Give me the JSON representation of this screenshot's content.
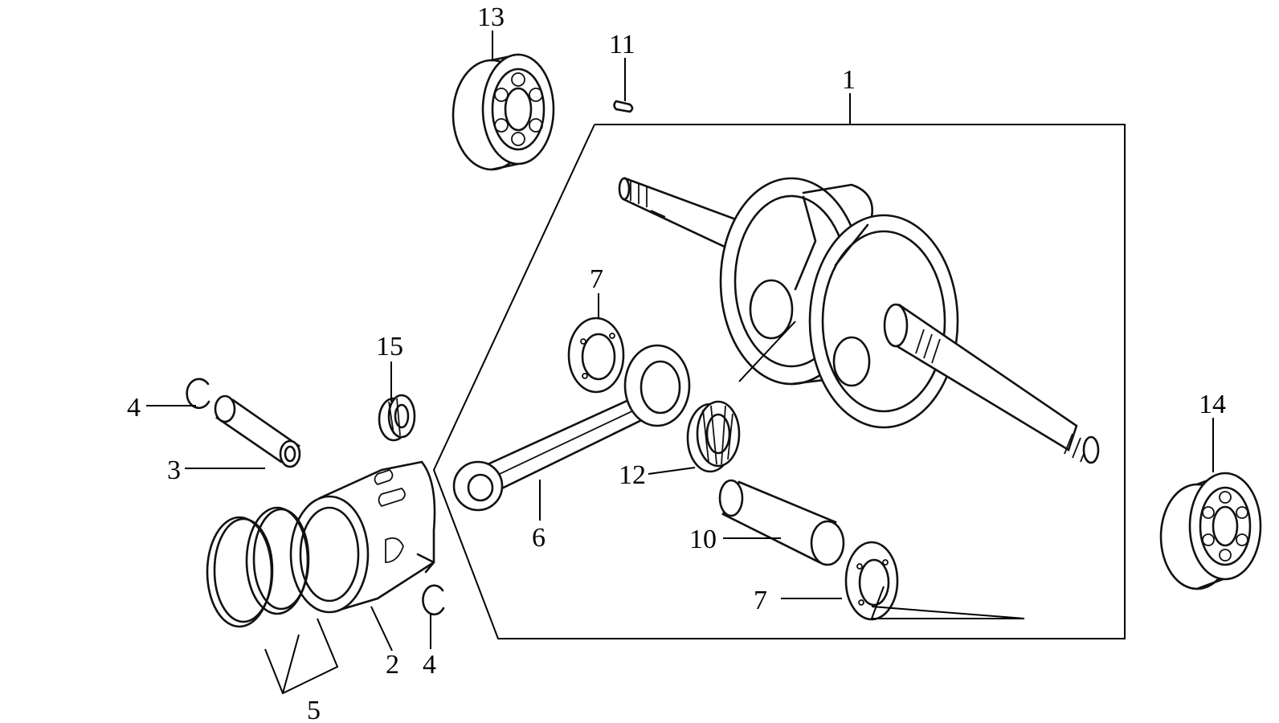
{
  "callouts": [
    {
      "id": "c1",
      "text": "1"
    },
    {
      "id": "c2",
      "text": "2"
    },
    {
      "id": "c3",
      "text": "3"
    },
    {
      "id": "c4a",
      "text": "4"
    },
    {
      "id": "c4b",
      "text": "4"
    },
    {
      "id": "c5",
      "text": "5"
    },
    {
      "id": "c6",
      "text": "6"
    },
    {
      "id": "c7a",
      "text": "7"
    },
    {
      "id": "c7b",
      "text": "7"
    },
    {
      "id": "c10",
      "text": "10"
    },
    {
      "id": "c11",
      "text": "11"
    },
    {
      "id": "c12",
      "text": "12"
    },
    {
      "id": "c13",
      "text": "13"
    },
    {
      "id": "c14",
      "text": "14"
    },
    {
      "id": "c15",
      "text": "15"
    }
  ]
}
